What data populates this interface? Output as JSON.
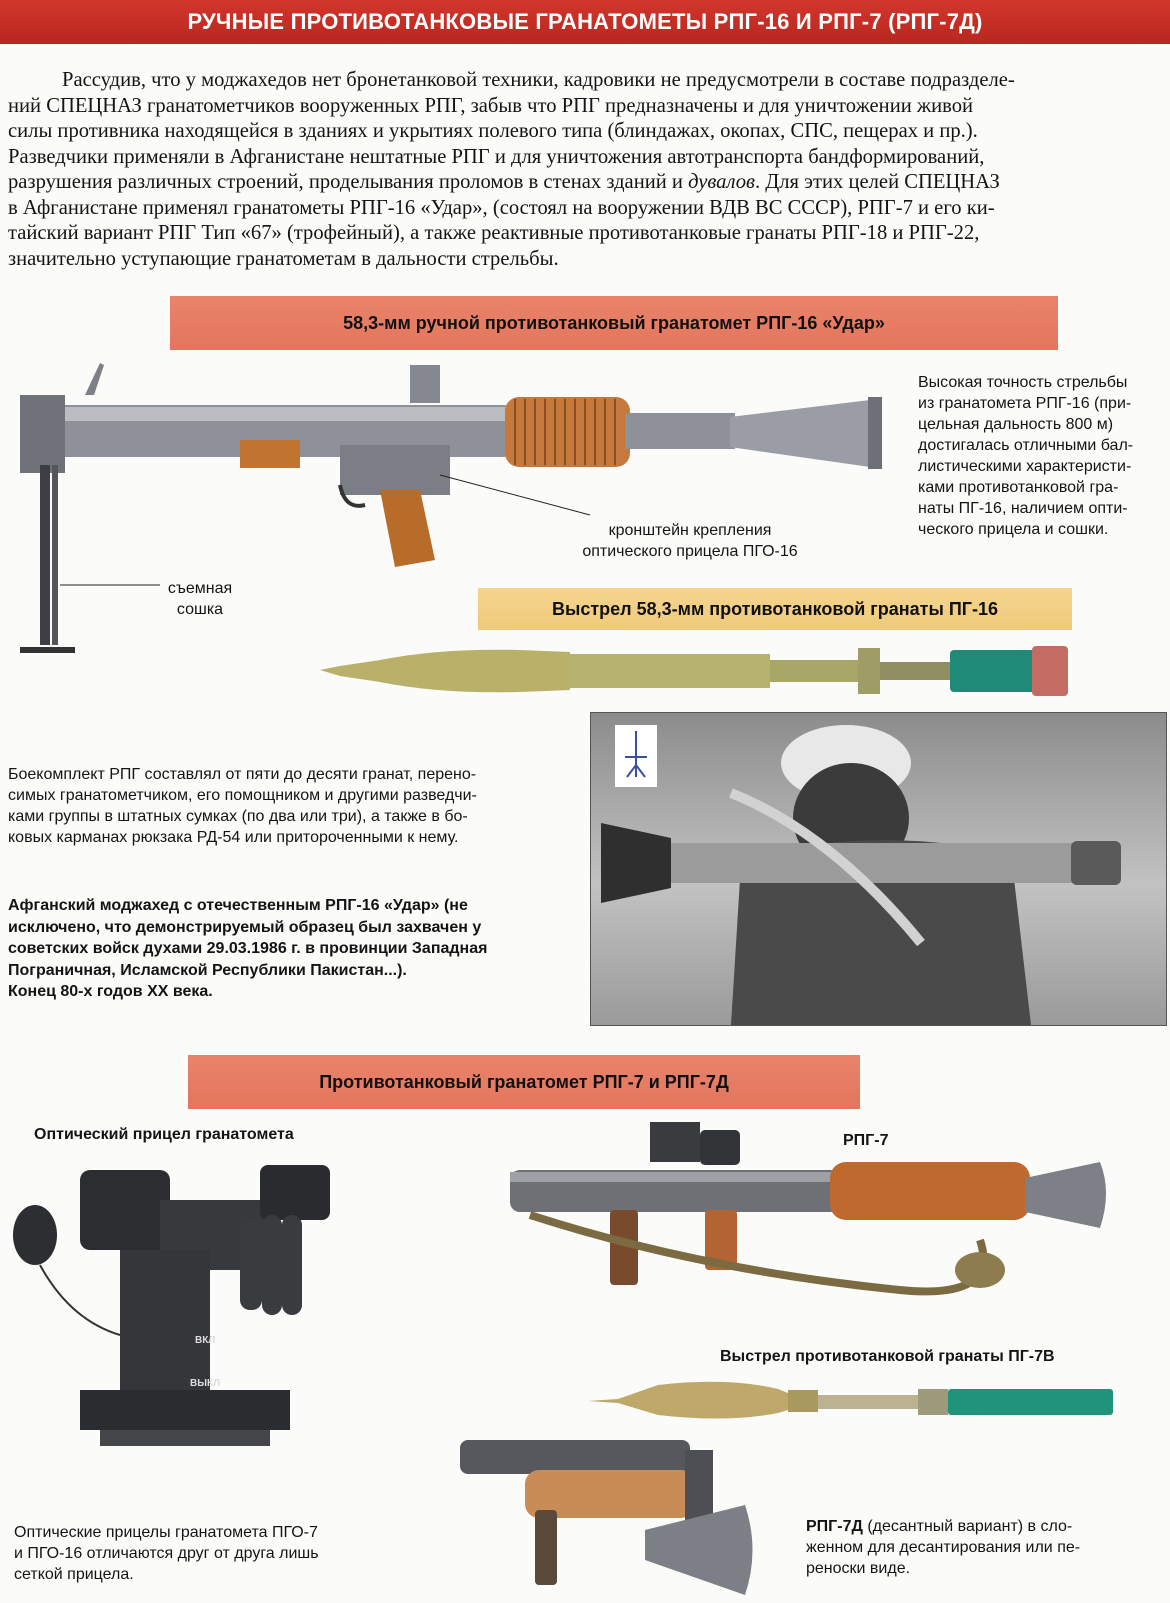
{
  "title": "РУЧНЫЕ ПРОТИВОТАНКОВЫЕ ГРАНАТОМЕТЫ РПГ-16 И РПГ-7 (РПГ-7Д)",
  "intro": {
    "line1": "Рассудив, что у моджахедов нет бронетанковой техники, кадровики не предусмотрели в составе подразделе-",
    "line2": "ний СПЕЦНАЗ гранатометчиков вооруженных РПГ, забыв что РПГ предназначены и для уничтожении живой",
    "line3": "силы противника находящейся в зданиях и укрытиях полевого типа (блиндажах, окопах, СПС, пещерах и пр.).",
    "line4": "Разведчики применяли в Афганистане нештатные РПГ и для уничтожения автотранспорта бандформирований,",
    "line5a": "разрушения различных строений, проделывания проломов в стенах зданий и ",
    "line5b": "дувалов",
    "line5c": ". Для этих целей СПЕЦНАЗ",
    "line6": "в Афганистане применял гранатометы РПГ-16 «Удар», (состоял на вооружении ВДВ ВС СССР),  РПГ-7 и его ки-",
    "line7": "тайский вариант РПГ Тип «67» (трофейный), а также реактивные противотанковые гранаты РПГ-18 и РПГ-22,",
    "line8": "значительно уступающие гранатометам в дальности стрельбы."
  },
  "rpg16": {
    "header": "58,3-мм ручной противотанковый гранатомет РПГ-16 «Удар»",
    "side_note": [
      "Высокая точность стрельбы",
      "из гранатомета РПГ-16 (при-",
      "цельная дальность 800 м)",
      "достигалась отличными бал-",
      "листическими характеристи-",
      "ками противотанковой гра-",
      "наты ПГ-16, наличием опти-",
      "ческого прицела и сошки."
    ],
    "bracket_label": [
      "кронштейн крепления",
      "оптического прицела ПГО-16"
    ],
    "bipod_label": [
      "съемная",
      "сошка"
    ]
  },
  "pg16": {
    "header": "Выстрел 58,3-мм противотанковой гранаты ПГ-16"
  },
  "ammo_text": [
    "Боекомплект РПГ составлял от пяти до десяти гранат, перено-",
    "симых гранатометчиком, его помощником и другими разведчи-",
    "ками группы в штатных сумках (по два или три), а также в бо-",
    "ковых карманах рюкзака РД-54 или приторочен­ными к нему."
  ],
  "caption": [
    "Афганский моджахед с отечественным РПГ-16 «Удар» (не",
    "исключено, что демонстрируемый образец был захвачен у",
    "советских войск духами 29.03.1986 г. в провинции Западная",
    "Пограничная, Исламской Республики Пакистан...).",
    "Конец 80-х годов XX века."
  ],
  "rpg7": {
    "header": "Противотанковый гранатомет РПГ-7 и РПГ-7Д",
    "sight_label": "Оптический прицел гранатомета",
    "rpg7_label": "РПГ-7",
    "pg7v_label": "Выстрел противотанковой гранаты ПГ-7В",
    "sight_on": "ВКЛ",
    "sight_off": "ВЫКЛ",
    "sight_note": [
      "Оптические прицелы гранатомета  ПГО-7",
      "и ПГО-16 отличаются друг от друга лишь",
      "сеткой прицела."
    ],
    "rpg7d_bold": "РПГ-7Д",
    "rpg7d_text": [
      " (десантный вариант) в сло-",
      "женном для десантирования или пе-",
      "реноски виде."
    ]
  },
  "colors": {
    "title_bar": "#c42f25",
    "band_salmon": "#e67c63",
    "band_yellow": "#f2cf85"
  }
}
